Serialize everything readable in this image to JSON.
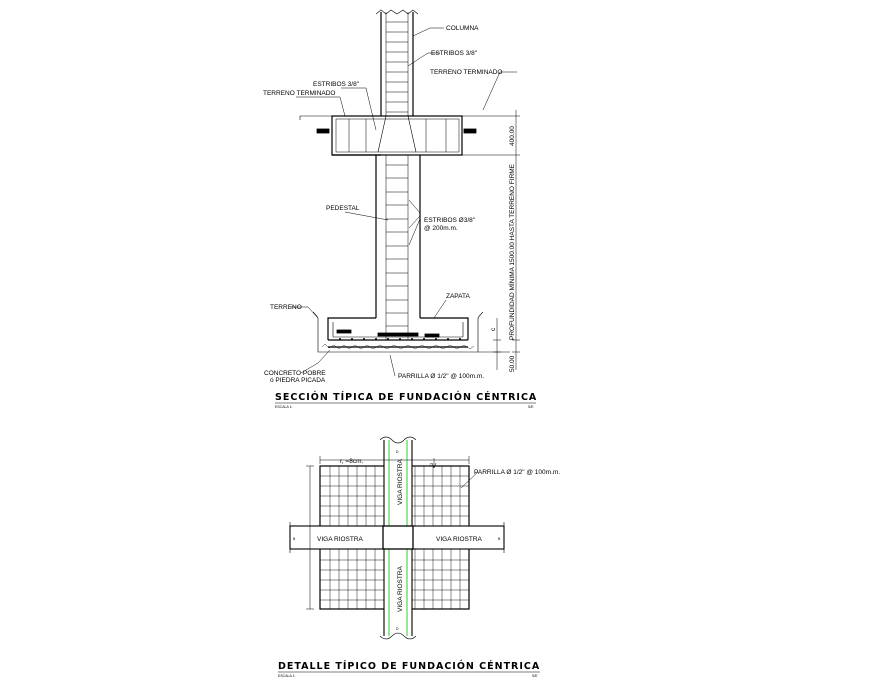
{
  "section": {
    "title": "SECCIÓN TÍPICA DE FUNDACIÓN CÉNTRICA",
    "escala": "ESCALA 1:",
    "escala_ref": "S/E",
    "labels": {
      "columna": "COLUMNA",
      "estribos_top": "ESTRIBOS 3/8\"",
      "estribos_left": "ESTRIBOS 3/8\"",
      "terreno_terminado_left": "TERRENO TERMINADO",
      "terreno_terminado_right": "TERRENO TERMINADO",
      "pedestal": "PEDESTAL",
      "estribos_pedestal_1": "ESTRIBOS Ø3/8\"",
      "estribos_pedestal_2": "@ 200m.m.",
      "terreno": "TERRENO",
      "zapata": "ZAPATA",
      "concreto_1": "CONCRETO POBRE",
      "concreto_2": "ó PIEDRA PICADA",
      "parrilla": "PARRILLA Ø 1/2\" @ 100m.m.",
      "dim_400": "400.00",
      "dim_50": "50.00",
      "dim_c": "c",
      "profundidad": "PROFUNDIDAD MÍNIMA 1500.00 HASTA TERRENO FIRME"
    }
  },
  "detail": {
    "title": "DETALLE TÍPICO DE FUNDACIÓN CÉNTRICA",
    "escala": "ESCALA 1:",
    "escala_ref": "S/E",
    "labels": {
      "r_label": "r, =8cm.",
      "parrilla": "PARRILLA Ø 1/2\" @ 100m.m.",
      "viga_top": "VIGA RIOSTRA",
      "viga_bottom": "VIGA RIOSTRA",
      "viga_left": "VIGA RIOSTRA",
      "viga_right": "VIGA RIOSTRA",
      "d_top": "D",
      "d_bottom": "D",
      "b_left": "B",
      "b_right": "B",
      "r_small": "r1"
    }
  },
  "colors": {
    "line": "#000000",
    "accent": "#33cc33"
  }
}
